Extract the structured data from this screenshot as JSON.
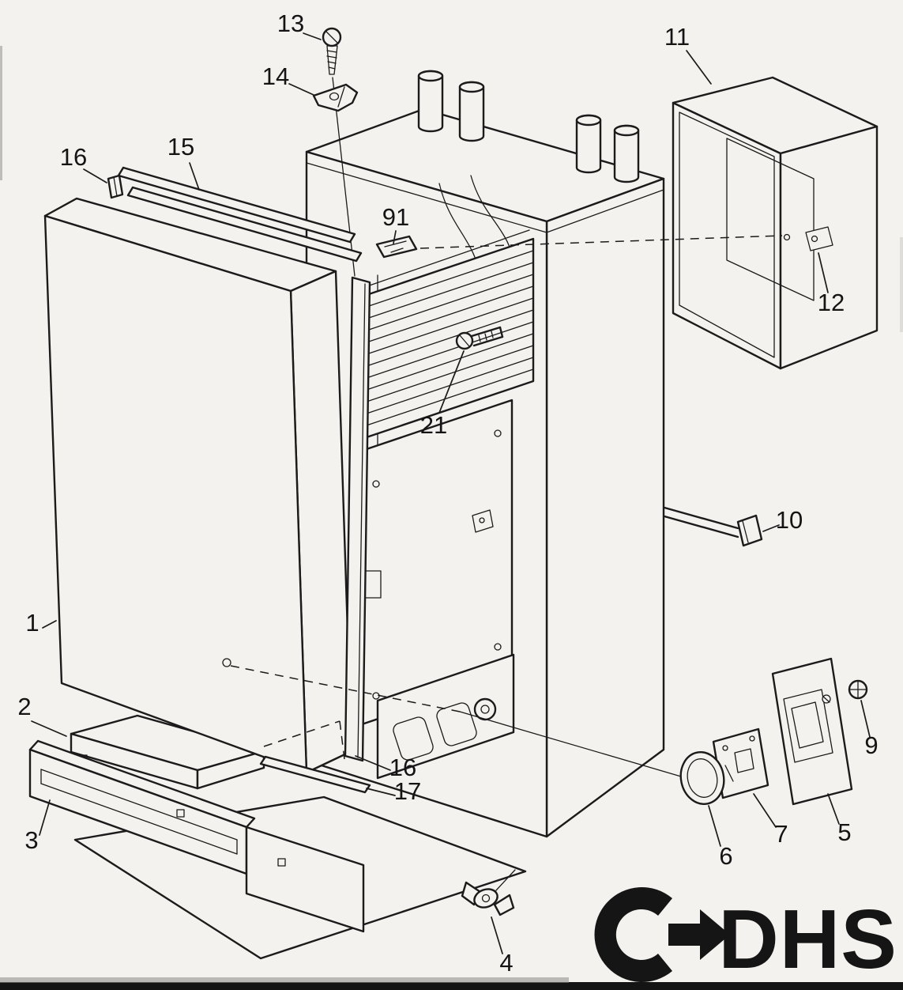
{
  "diagram": {
    "diagram_type": "exploded-parts-diagram",
    "paper_color": "#f4f2ee",
    "line_color": "#1b1b1b",
    "brand": {
      "logo_text": "DHS"
    },
    "labels": [
      {
        "text": "13"
      },
      {
        "text": "14"
      },
      {
        "text": "11"
      },
      {
        "text": "16"
      },
      {
        "text": "15"
      },
      {
        "text": "91"
      },
      {
        "text": "12"
      },
      {
        "text": "21"
      },
      {
        "text": "10"
      },
      {
        "text": "1"
      },
      {
        "text": "2"
      },
      {
        "text": "9"
      },
      {
        "text": "16"
      },
      {
        "text": "17"
      },
      {
        "text": "3"
      },
      {
        "text": "7"
      },
      {
        "text": "5"
      },
      {
        "text": "6"
      },
      {
        "text": "4"
      }
    ]
  }
}
